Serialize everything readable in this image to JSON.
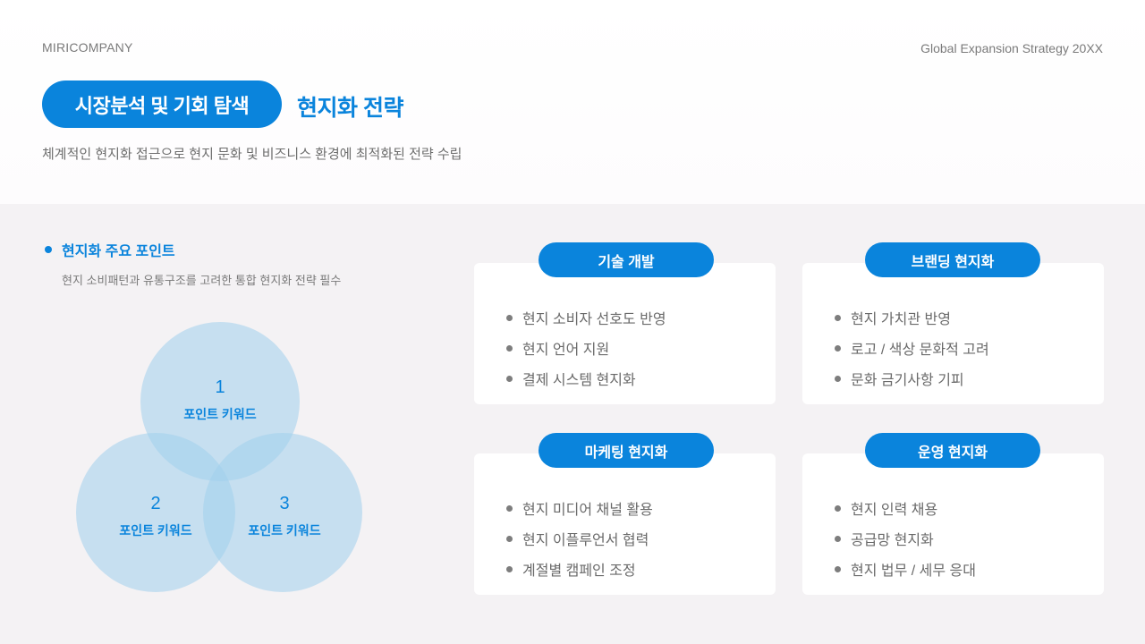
{
  "header": {
    "brand": "MIRICOMPANY",
    "document_title": "Global Expansion Strategy 20XX",
    "section_label": "시장분석 및 기회 탐색",
    "page_title": "현지화 전략",
    "subtitle": "체계적인 현지화 접근으로 현지 문화 및 비즈니스 환경에 최적화된 전략 수립"
  },
  "key_points": {
    "title": "현지화 주요 포인트",
    "description": "현지 소비패턴과 유통구조를 고려한 통합 현지화 전략 필수",
    "venn": [
      {
        "number": "1",
        "keyword": "포인트 키워드"
      },
      {
        "number": "2",
        "keyword": "포인트 키워드"
      },
      {
        "number": "3",
        "keyword": "포인트 키워드"
      }
    ]
  },
  "cards": [
    {
      "title": "기술 개발",
      "items": [
        "현지 소비자 선호도 반영",
        "현지 언어 지원",
        "결제 시스템 현지화"
      ]
    },
    {
      "title": "브랜딩 현지화",
      "items": [
        "현지 가치관 반영",
        "로고 / 색상 문화적 고려",
        "문화 금기사항 기피"
      ]
    },
    {
      "title": "마케팅 현지화",
      "items": [
        "현지 미디어 채널 활용",
        "현지 이플루언서 협력",
        "계절별 캠페인 조정"
      ]
    },
    {
      "title": "운영 현지화",
      "items": [
        "현지 인력 채용",
        "공급망 현지화",
        "현지 법무 / 세무 응대"
      ]
    }
  ],
  "colors": {
    "accent": "#0a84dc",
    "venn_fill": "#a0cfec",
    "background_bottom": "#f4f2f4",
    "card_bg": "#ffffff",
    "body_text": "#6a6a6a"
  }
}
